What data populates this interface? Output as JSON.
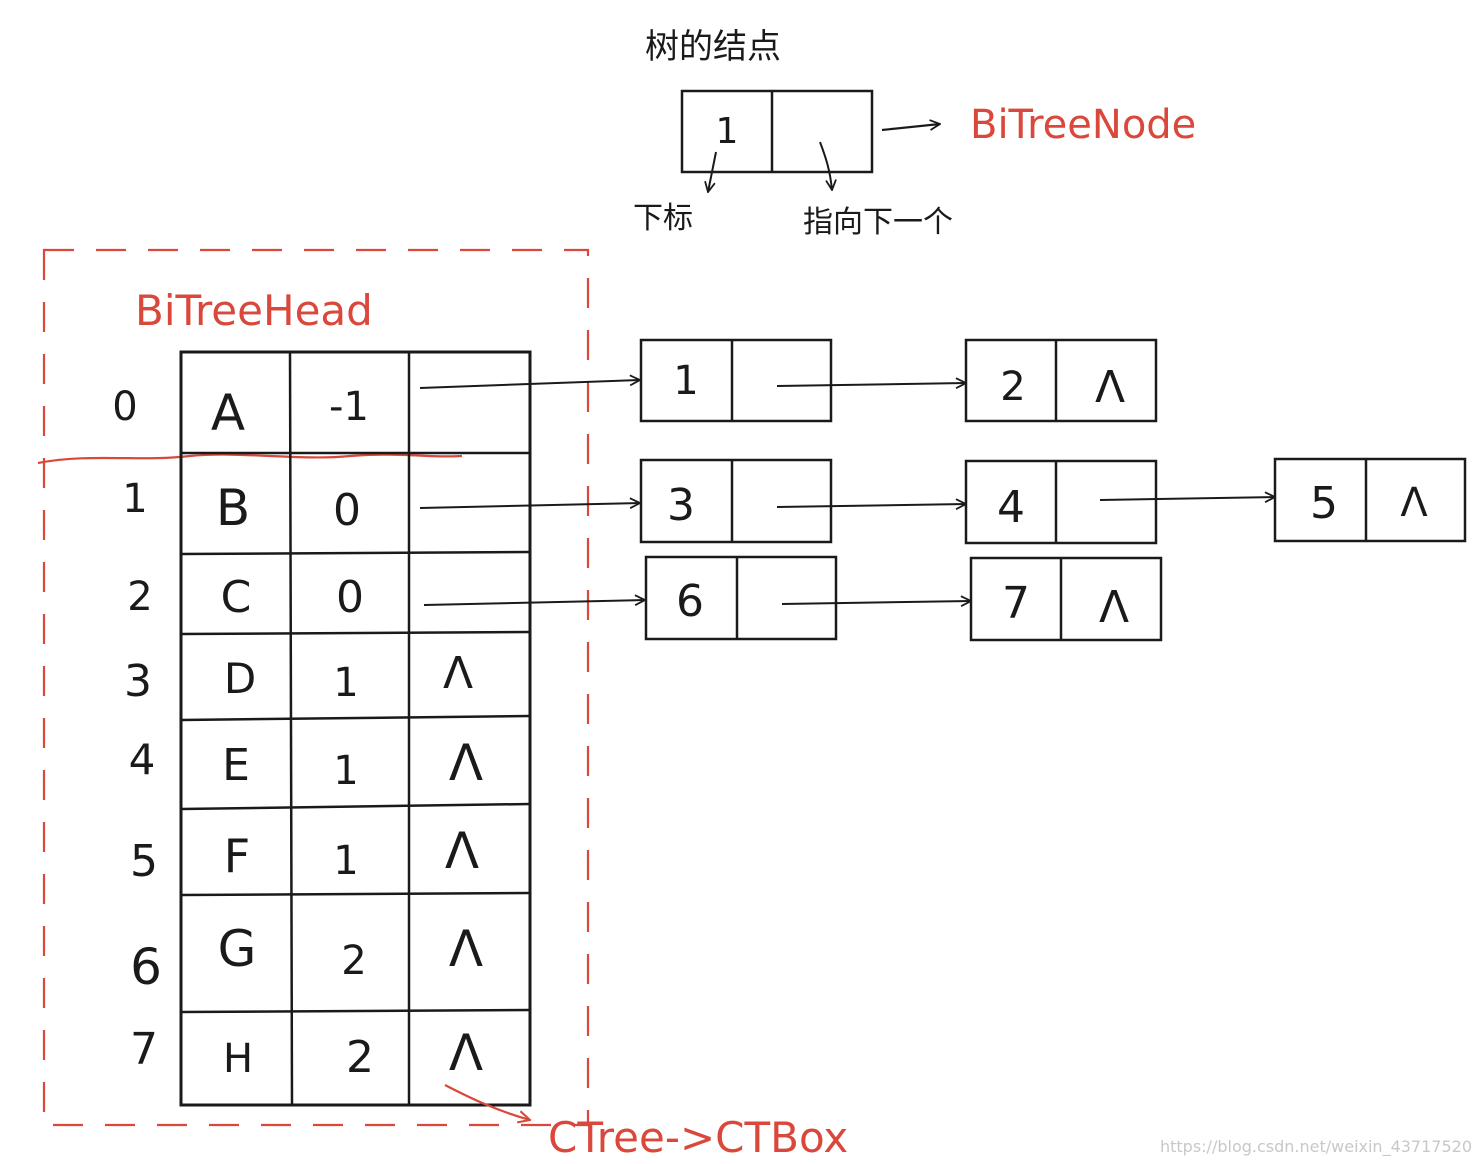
{
  "header": {
    "title": "树的结点",
    "node": {
      "index": "1",
      "index_caption": "下标",
      "next_caption": "指向下一个"
    },
    "node_type_label": "BiTreeNode"
  },
  "head_label": "BiTreeHead",
  "bottom_label": "CTree->CTBox",
  "table": {
    "rows": [
      {
        "idx": "0",
        "data": "A",
        "parent": "-1",
        "first": ""
      },
      {
        "idx": "1",
        "data": "B",
        "parent": "0",
        "first": ""
      },
      {
        "idx": "2",
        "data": "C",
        "parent": "0",
        "first": ""
      },
      {
        "idx": "3",
        "data": "D",
        "parent": "1",
        "first": "Λ"
      },
      {
        "idx": "4",
        "data": "E",
        "parent": "1",
        "first": "Λ"
      },
      {
        "idx": "5",
        "data": "F",
        "parent": "1",
        "first": "Λ"
      },
      {
        "idx": "6",
        "data": "G",
        "parent": "2",
        "first": "Λ"
      },
      {
        "idx": "7",
        "data": "H",
        "parent": "2",
        "first": "Λ"
      }
    ]
  },
  "lists": [
    {
      "row": "0",
      "nodes": [
        {
          "val": "1",
          "next": ""
        },
        {
          "val": "2",
          "next": "Λ"
        }
      ]
    },
    {
      "row": "1",
      "nodes": [
        {
          "val": "3",
          "next": ""
        },
        {
          "val": "4",
          "next": ""
        },
        {
          "val": "5",
          "next": "Λ"
        }
      ]
    },
    {
      "row": "2",
      "nodes": [
        {
          "val": "6",
          "next": ""
        },
        {
          "val": "7",
          "next": "Λ"
        }
      ]
    }
  ],
  "watermark": "https://blog.csdn.net/weixin_43717520"
}
